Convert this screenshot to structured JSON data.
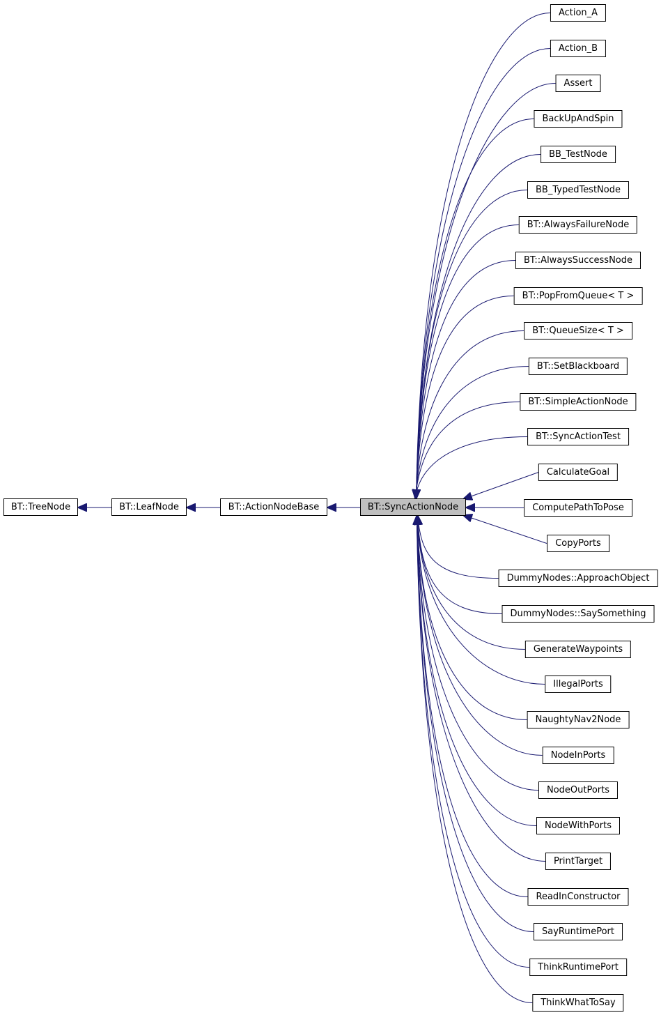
{
  "diagram": {
    "edge_color": "#191970",
    "current_fill": "#bfbfbf",
    "chain": [
      {
        "id": "tree-node",
        "label": "BT::TreeNode"
      },
      {
        "id": "leaf-node",
        "label": "BT::LeafNode"
      },
      {
        "id": "action-node-base",
        "label": "BT::ActionNodeBase"
      },
      {
        "id": "sync-action-node",
        "label": "BT::SyncActionNode"
      }
    ],
    "children": [
      "Action_A",
      "Action_B",
      "Assert",
      "BackUpAndSpin",
      "BB_TestNode",
      "BB_TypedTestNode",
      "BT::AlwaysFailureNode",
      "BT::AlwaysSuccessNode",
      "BT::PopFromQueue< T >",
      "BT::QueueSize< T >",
      "BT::SetBlackboard",
      "BT::SimpleActionNode",
      "BT::SyncActionTest",
      "CalculateGoal",
      "ComputePathToPose",
      "CopyPorts",
      "DummyNodes::ApproachObject",
      "DummyNodes::SaySomething",
      "GenerateWaypoints",
      "IllegalPorts",
      "NaughtyNav2Node",
      "NodeInPorts",
      "NodeOutPorts",
      "NodeWithPorts",
      "PrintTarget",
      "ReadInConstructor",
      "SayRuntimePort",
      "ThinkRuntimePort",
      "ThinkWhatToSay"
    ]
  }
}
